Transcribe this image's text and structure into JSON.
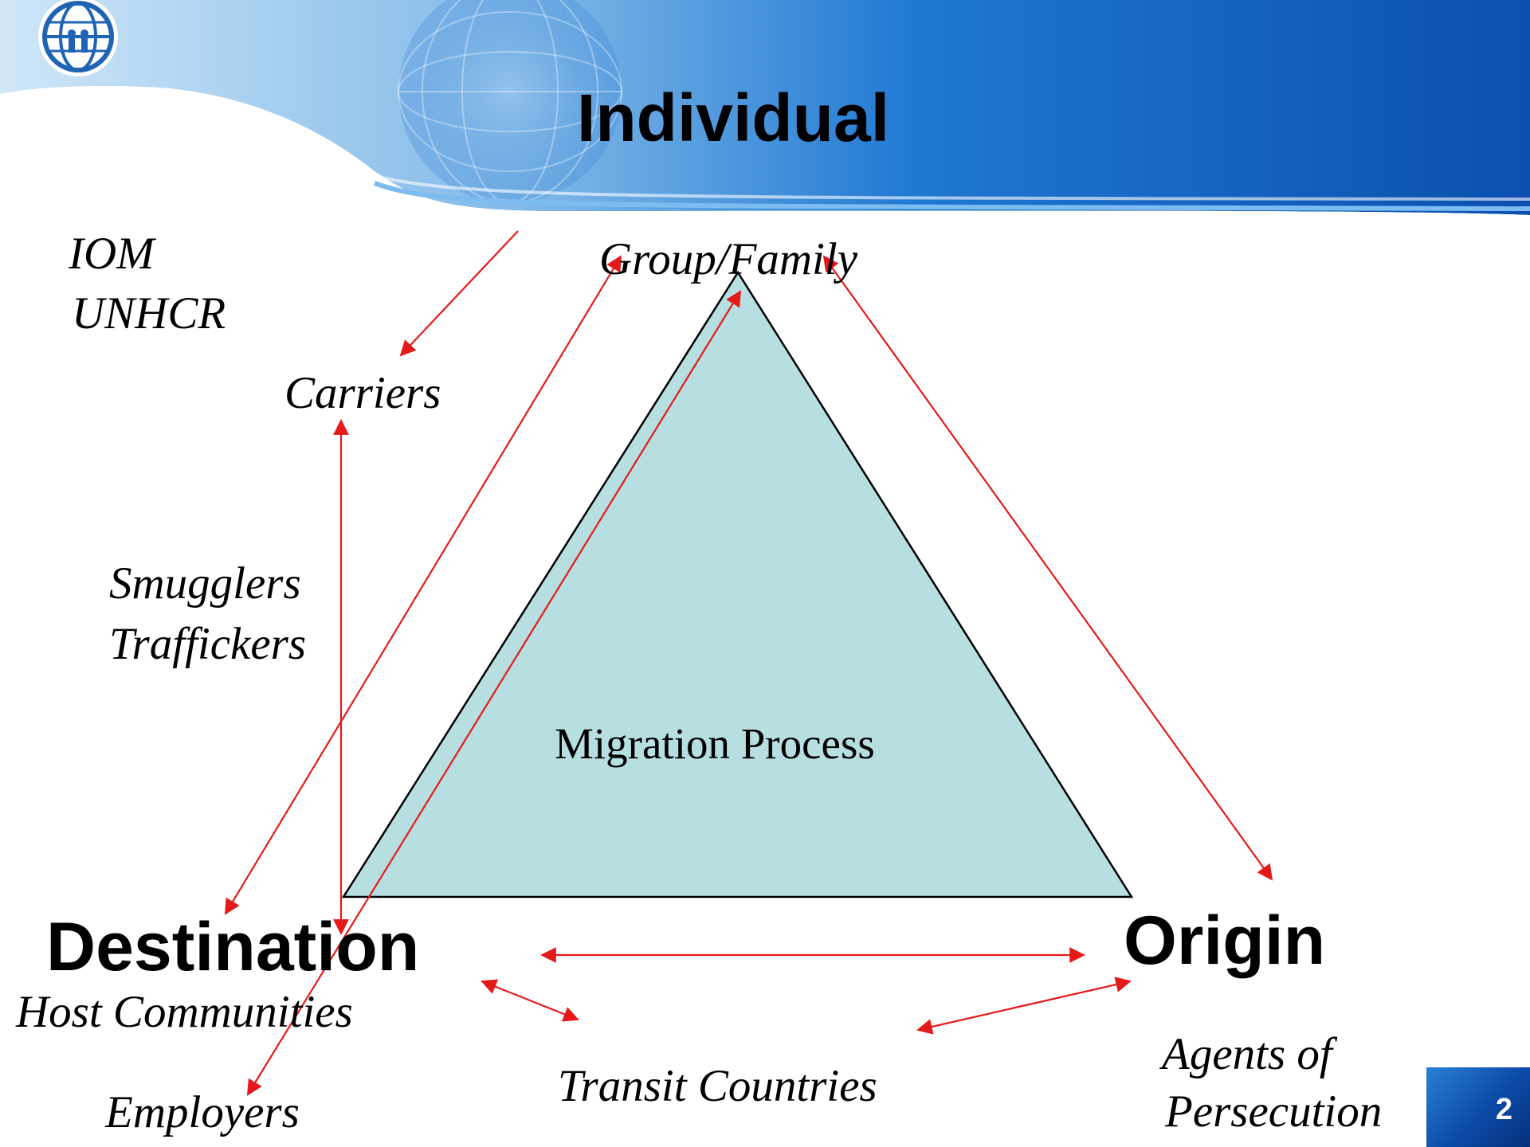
{
  "slide": {
    "title": "Individual",
    "slide_number": "2",
    "logo_icon": "iom-emblem-icon"
  },
  "diagram": {
    "center_label": "Migration Process",
    "top_label": "Group/Family",
    "corners": {
      "destination": "Destination",
      "origin": "Origin"
    },
    "actors": {
      "iom": "IOM",
      "unhcr": "UNHCR",
      "carriers": "Carriers",
      "smugglers": "Smugglers",
      "traffickers": "Traffickers",
      "host_communities": "Host Communities",
      "employers": "Employers",
      "transit_countries": "Transit Countries",
      "agents_line1": "Agents of",
      "agents_line2": "Persecution"
    },
    "colors": {
      "triangle_fill": "#b7dfe2",
      "arrow": "#e41a1a",
      "header_blue": "#0d5fc2"
    }
  }
}
